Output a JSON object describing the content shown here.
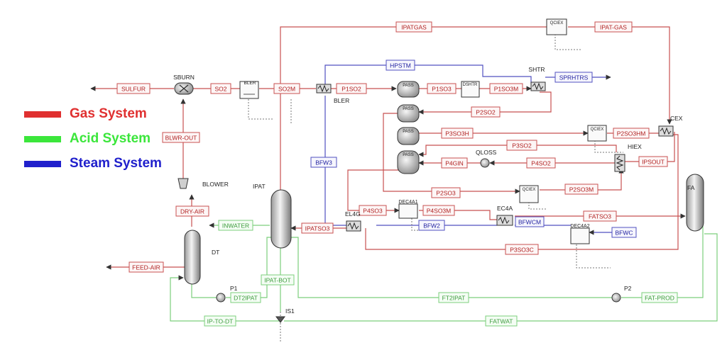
{
  "colors": {
    "gas": "#e03030",
    "acid": "#3be63b",
    "steam": "#2020cc",
    "gas_line": "#c85050",
    "acid_line": "#7ccf7c",
    "steam_line": "#5050c0",
    "misc_line": "#555555",
    "box_fill": "#fdf6f6"
  },
  "legend": [
    {
      "label": "Gas System",
      "color": "#e03030"
    },
    {
      "label": "Acid System",
      "color": "#3be63b"
    },
    {
      "label": "Steam System",
      "color": "#2020cc"
    }
  ],
  "streams": {
    "ipatgas": "IPATGAS",
    "ipat_gas": "IPAT-GAS",
    "hpstm": "HPSTM",
    "sulfur": "SULFUR",
    "so2": "SO2",
    "so2m": "SO2M",
    "p1so2": "P1SO2",
    "p1so3": "P1SO3",
    "p1so3m": "P1SO3M",
    "sprhtrs": "SPRHTRS",
    "p2so2": "P2SO2",
    "p3so3h": "P3SO3H",
    "p2so3hm": "P2SO3HM",
    "p3so2": "P3SO2",
    "bfw3": "BFW3",
    "p4gin": "P4GIN",
    "p4so2": "P4SO2",
    "ipsout": "IPSOUT",
    "blwr_out": "BLWR-OUT",
    "p2so3": "P2SO3",
    "p2so3m": "P2SO3M",
    "p4so3": "P4SO3",
    "p4so3m": "P4SO3M",
    "fatso3": "FATSO3",
    "dry_air": "DRY-AIR",
    "inwater": "INWATER",
    "ipatso3": "IPATSO3",
    "bfw2": "BFW2",
    "bfwcm": "BFWCM",
    "bfwc": "BFWC",
    "p3so3c": "P3SO3C",
    "feed_air": "FEED-AIR",
    "dt2ipat": "DT2IPAT",
    "ipat_bot": "IPAT-BOT",
    "ft2ipat": "FT2IPAT",
    "fat_prod": "FAT-PROD",
    "ip_to_dt": "IP-TO-DT",
    "fatwat": "FATWAT"
  },
  "units": {
    "sburn": "SBURN",
    "bler_top": "BLER",
    "bler": "BLER",
    "cex": "CEX",
    "shtr": "SHTR",
    "qloss": "QLOSS",
    "hiex": "HIEX",
    "blower": "BLOWER",
    "ipat": "IPAT",
    "dt": "DT",
    "el4g": "EL4G",
    "ec4a": "EC4A",
    "dec4a1": "DEC4A1",
    "dec4a2": "DEC4A2",
    "p1": "P1",
    "p2": "P2",
    "is1": "IS1",
    "fa": "FA",
    "pass": "PASS",
    "dshtr": "DSHTR",
    "qciex": "QCIEX"
  }
}
